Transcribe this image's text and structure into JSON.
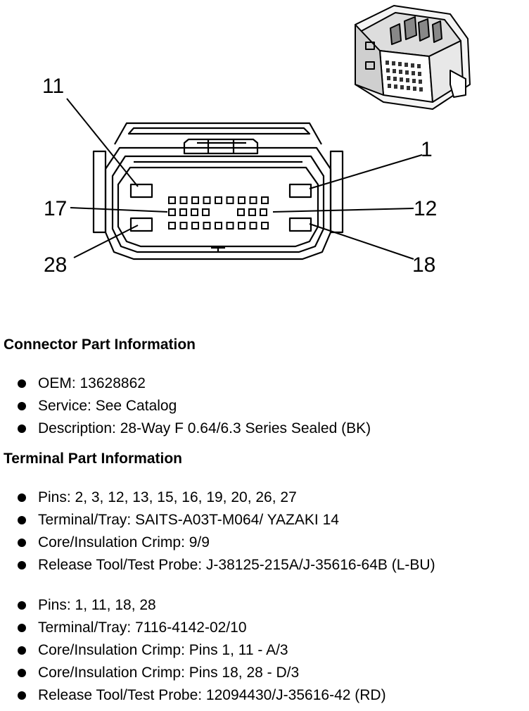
{
  "diagram": {
    "pin_callouts": [
      {
        "id": "pin-11",
        "label": "11"
      },
      {
        "id": "pin-1",
        "label": "1"
      },
      {
        "id": "pin-17",
        "label": "17"
      },
      {
        "id": "pin-12",
        "label": "12"
      },
      {
        "id": "pin-28",
        "label": "28"
      },
      {
        "id": "pin-18",
        "label": "18"
      }
    ],
    "colors": {
      "line": "#000000",
      "background": "#ffffff"
    }
  },
  "connector_section": {
    "title": "Connector Part Information",
    "items": [
      "OEM: 13628862",
      "Service: See Catalog",
      "Description: 28-Way F 0.64/6.3 Series Sealed (BK)"
    ]
  },
  "terminal_section": {
    "title": "Terminal Part Information",
    "group1": [
      "Pins: 2, 3, 12, 13, 15, 16, 19, 20, 26, 27",
      "Terminal/Tray: SAITS-A03T-M064/ YAZAKI 14",
      "Core/Insulation Crimp: 9/9",
      "Release Tool/Test Probe: J-38125-215A/J-35616-64B (L-BU)"
    ],
    "group2": [
      "Pins: 1, 11, 18, 28",
      "Terminal/Tray: 7116-4142-02/10",
      "Core/Insulation Crimp: Pins 1, 11 - A/3",
      "Core/Insulation Crimp: Pins 18, 28 - D/3",
      "Release Tool/Test Probe: 12094430/J-35616-42 (RD)"
    ]
  }
}
